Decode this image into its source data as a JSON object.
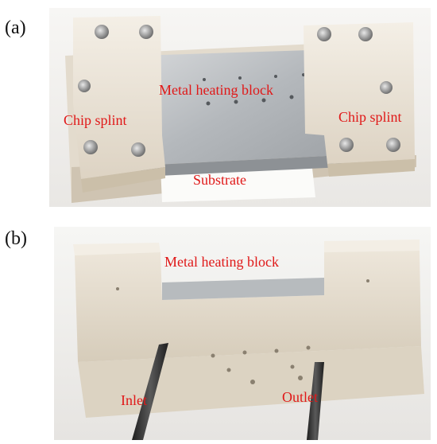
{
  "figure": {
    "panels": [
      {
        "label": "(a)",
        "annotations": {
          "metal_block": "Metal heating block",
          "chip_splint_left": "Chip splint",
          "chip_splint_right": "Chip splint",
          "substrate": "Substrate"
        }
      },
      {
        "label": "(b)",
        "annotations": {
          "metal_block": "Metal heating block",
          "inlet": "Inlet",
          "outlet": "Outlet"
        }
      }
    ],
    "colors": {
      "annotation_red": "#e01818",
      "ceramic": "#efe8dc",
      "metal": "#b9bcc0",
      "screw": "#8a8a8a",
      "tube": "#3a3a3a"
    }
  }
}
